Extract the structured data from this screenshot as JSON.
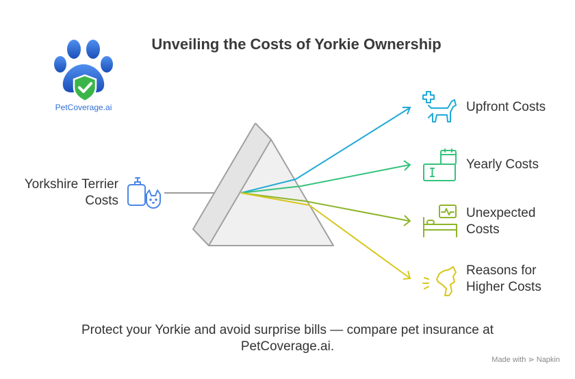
{
  "title": "Unveiling the Costs of Yorkie Ownership",
  "brand": {
    "name": "PetCoverage.ai",
    "color": "#2f6fd8"
  },
  "source": {
    "label_line1": "Yorkshire Terrier",
    "label_line2": "Costs",
    "icon": "shampoo-cat-icon",
    "color": "#4a86e8"
  },
  "outputs": [
    {
      "line1": "Upfront Costs",
      "line2": "",
      "icon": "medical-dog-icon",
      "color": "#1fa9d6"
    },
    {
      "line1": "Yearly Costs",
      "line2": "",
      "icon": "calendar-money-icon",
      "color": "#35c27c"
    },
    {
      "line1": "Unexpected",
      "line2": "Costs",
      "icon": "hospital-bed-icon",
      "color": "#8db52a"
    },
    {
      "line1": "Reasons for",
      "line2": "Higher Costs",
      "icon": "barking-dog-icon",
      "color": "#d8c61c"
    }
  ],
  "footer": {
    "line1": "Protect your Yorkie and avoid surprise bills — compare pet insurance at",
    "line2": "PetCoverage.ai."
  },
  "made_with": "Made with ⋗ Napkin"
}
